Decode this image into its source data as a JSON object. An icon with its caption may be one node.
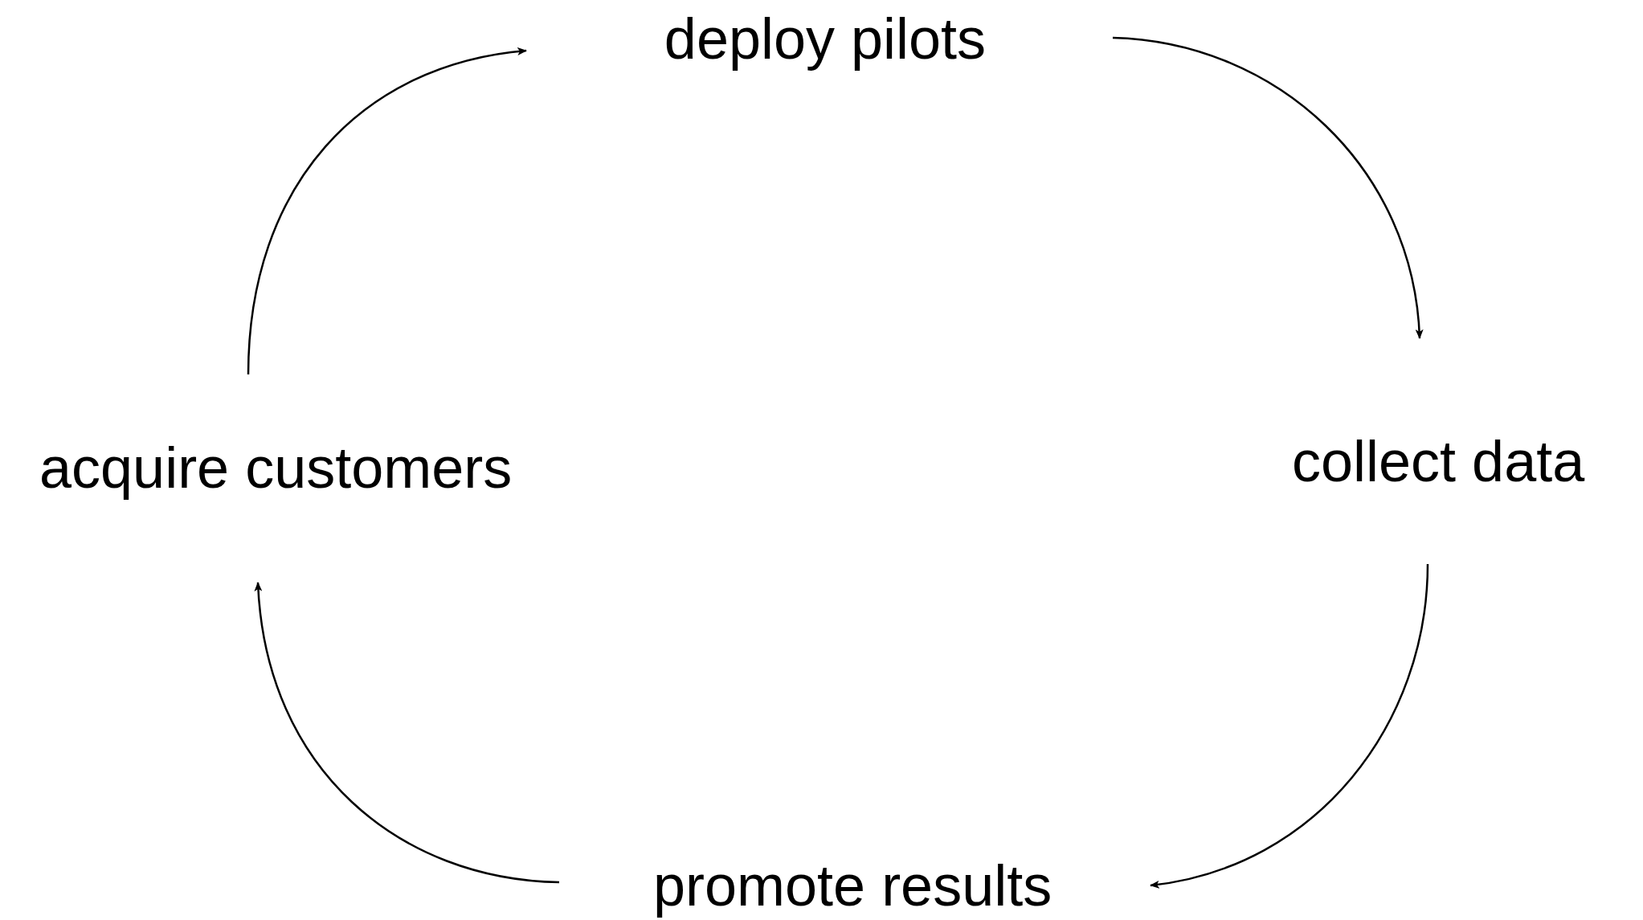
{
  "diagram": {
    "nodes": [
      {
        "text": [
          "deploy pilots"
        ]
      },
      {
        "text": [
          "collect data"
        ]
      },
      {
        "text": [
          "promote results"
        ]
      },
      {
        "text": [
          "acquire customers"
        ]
      }
    ],
    "edges": [
      {
        "from": 3,
        "to": 0,
        "arrow": "to"
      },
      {
        "from": 0,
        "to": 1,
        "arrow": "to"
      },
      {
        "from": 1,
        "to": 2,
        "arrow": "to"
      },
      {
        "from": 2,
        "to": 3,
        "arrow": "to"
      }
    ]
  }
}
